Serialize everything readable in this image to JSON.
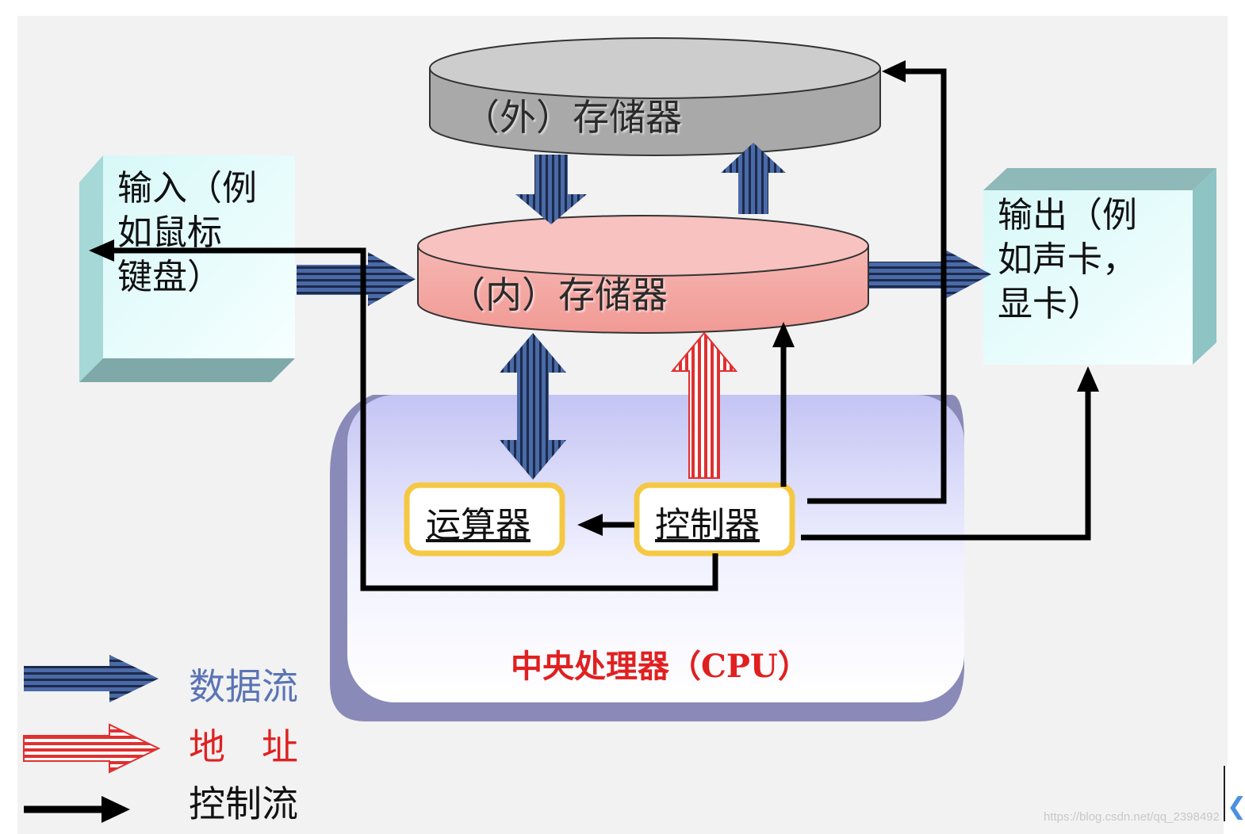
{
  "diagram": {
    "external_storage": "（外）存储器",
    "internal_storage": "（内）存储器",
    "input_device": "输入（例\n如鼠标\n键盘）",
    "output_device": "输出（例\n如声卡，\n显卡）",
    "alu": "运算器",
    "controller": "控制器",
    "cpu": "中央处理器（CPU）"
  },
  "legend": {
    "data_flow": "数据流",
    "address": "地　址",
    "control_flow": "控制流"
  },
  "watermark": "https://blog.csdn.net/qq_2398492",
  "colors": {
    "data_arrow": "#4a6aa8",
    "address_arrow": "#e03030",
    "control_arrow": "#000000",
    "external_disk": "#c8c8c8",
    "internal_disk": "#f4a7a3",
    "cpu_panel": "#d6d6f6",
    "unit_border": "#f5c842",
    "io_box": "#e6fbfb"
  },
  "icons": {
    "scroll_indicator": "chevron-left-icon"
  }
}
